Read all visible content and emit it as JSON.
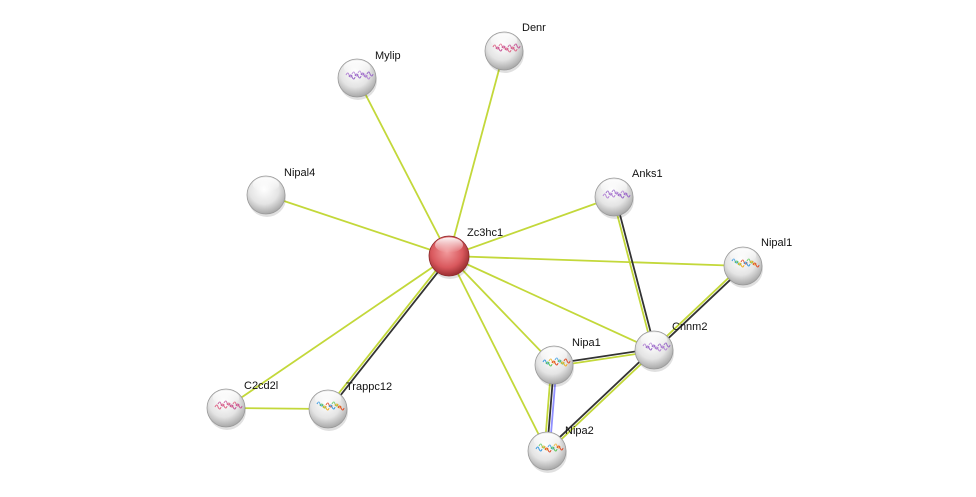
{
  "network": {
    "nodes": [
      {
        "id": "Zc3hc1",
        "label": "Zc3hc1",
        "query": true
      },
      {
        "id": "Denr",
        "label": "Denr",
        "structure": "red"
      },
      {
        "id": "Mylip",
        "label": "Mylip",
        "structure": "purple"
      },
      {
        "id": "Nipal4",
        "label": "Nipal4"
      },
      {
        "id": "Anks1",
        "label": "Anks1",
        "structure": "purple"
      },
      {
        "id": "Nipal1",
        "label": "Nipal1",
        "structure": "rainbow"
      },
      {
        "id": "Cnnm2",
        "label": "Cnnm2",
        "structure": "purple"
      },
      {
        "id": "Nipa1",
        "label": "Nipa1",
        "structure": "rainbow"
      },
      {
        "id": "Nipa2",
        "label": "Nipa2",
        "structure": "rainbow"
      },
      {
        "id": "C2cd2l",
        "label": "C2cd2l",
        "structure": "red"
      },
      {
        "id": "Trappc12",
        "label": "Trappc12",
        "structure": "rainbow"
      }
    ],
    "edges": [
      {
        "source": "Zc3hc1",
        "target": "Denr",
        "evidence": [
          "textmining"
        ]
      },
      {
        "source": "Zc3hc1",
        "target": "Mylip",
        "evidence": [
          "textmining"
        ]
      },
      {
        "source": "Zc3hc1",
        "target": "Nipal4",
        "evidence": [
          "textmining"
        ]
      },
      {
        "source": "Zc3hc1",
        "target": "Anks1",
        "evidence": [
          "textmining"
        ]
      },
      {
        "source": "Zc3hc1",
        "target": "Nipal1",
        "evidence": [
          "textmining"
        ]
      },
      {
        "source": "Zc3hc1",
        "target": "Cnnm2",
        "evidence": [
          "textmining"
        ]
      },
      {
        "source": "Zc3hc1",
        "target": "Nipa1",
        "evidence": [
          "textmining"
        ]
      },
      {
        "source": "Zc3hc1",
        "target": "Nipa2",
        "evidence": [
          "textmining"
        ]
      },
      {
        "source": "Zc3hc1",
        "target": "C2cd2l",
        "evidence": [
          "textmining"
        ]
      },
      {
        "source": "Zc3hc1",
        "target": "Trappc12",
        "evidence": [
          "coexpression",
          "textmining"
        ]
      },
      {
        "source": "C2cd2l",
        "target": "Trappc12",
        "evidence": [
          "textmining"
        ]
      },
      {
        "source": "Anks1",
        "target": "Cnnm2",
        "evidence": [
          "coexpression",
          "textmining"
        ]
      },
      {
        "source": "Nipal1",
        "target": "Cnnm2",
        "evidence": [
          "coexpression",
          "textmining"
        ]
      },
      {
        "source": "Nipa1",
        "target": "Cnnm2",
        "evidence": [
          "coexpression",
          "textmining"
        ]
      },
      {
        "source": "Nipa2",
        "target": "Cnnm2",
        "evidence": [
          "coexpression",
          "textmining"
        ]
      },
      {
        "source": "Nipa1",
        "target": "Nipa2",
        "evidence": [
          "homology",
          "coexpression",
          "textmining"
        ]
      }
    ],
    "evidence_colors": {
      "textmining": "#c3d83a",
      "coexpression": "#333333",
      "homology": "#8f8fff"
    },
    "colors": {
      "query_node": "#d6585c",
      "node": "#e6e6e6"
    }
  }
}
